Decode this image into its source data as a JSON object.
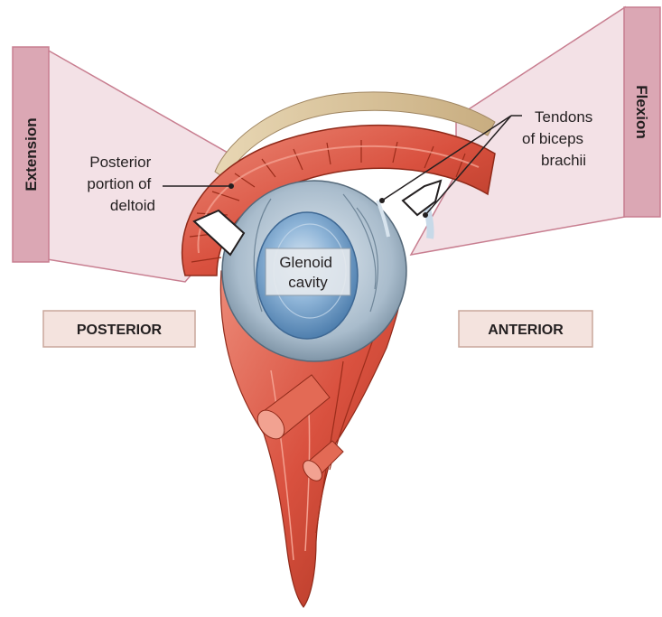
{
  "figure": {
    "extension_label": "Extension",
    "flexion_label": "Flexion",
    "posterior_label": "POSTERIOR",
    "anterior_label": "ANTERIOR",
    "glenoid_lines": [
      "Glenoid",
      "cavity"
    ],
    "deltoid_lines": [
      "Posterior",
      "portion of",
      "deltoid"
    ],
    "biceps_lines": [
      "Tendons",
      "of biceps",
      "brachii"
    ]
  },
  "colors": {
    "plane_fill": "#f3e1e6",
    "plane_edge": "#c87e90",
    "plane_band": "#dba7b4",
    "label_box_fill": "#f4e3de",
    "label_box_edge": "#c9a79c",
    "muscle": "#d9513f",
    "muscle_dark": "#a8321f",
    "muscle_light": "#ec8a78",
    "cartilage": "#8fb5d8",
    "capsule": "#a9bccc",
    "bone": "#d9c39c"
  }
}
